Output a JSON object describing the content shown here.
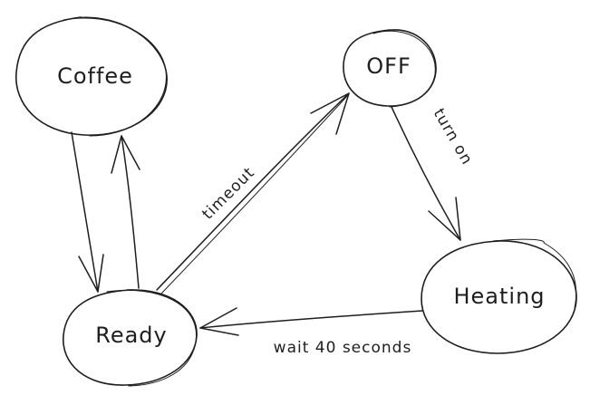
{
  "diagram": {
    "type": "state-machine",
    "states": {
      "coffee": "Coffee",
      "off": "OFF",
      "ready": "Ready",
      "heating": "Heating"
    },
    "transitions": {
      "timeout": "timeout",
      "turn_on": "turn on",
      "wait": "wait 40 seconds"
    }
  }
}
